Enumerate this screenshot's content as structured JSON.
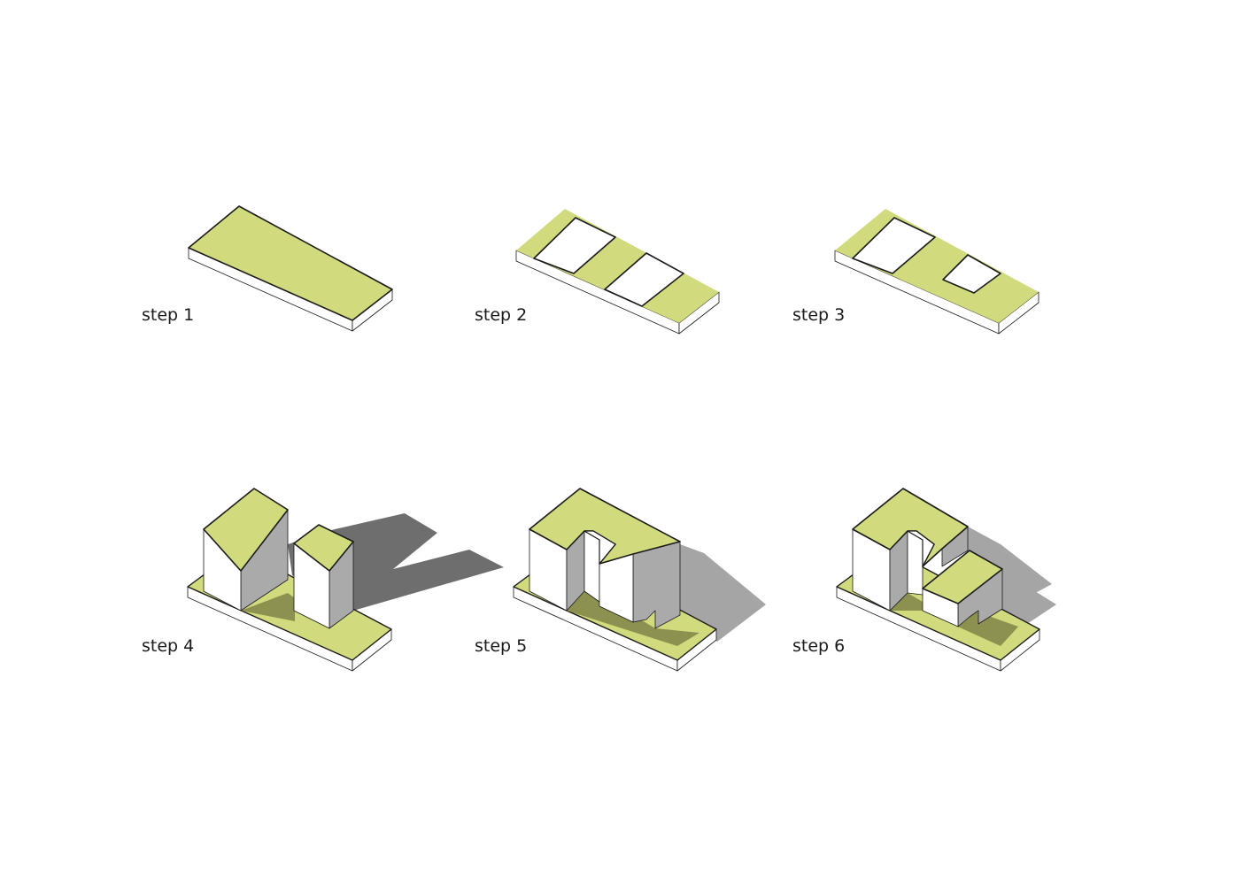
{
  "steps": [
    {
      "label": "step 1"
    },
    {
      "label": "step 2"
    },
    {
      "label": "step 3"
    },
    {
      "label": "step 4"
    },
    {
      "label": "step 5"
    },
    {
      "label": "step 6"
    }
  ],
  "colors": {
    "green": "#d2da7e",
    "dark_green": "#8c9150",
    "wall_gray": "#aaaaaa",
    "shadow": "#6e6e6e",
    "shadow_light": "#a5a5a5",
    "white": "#ffffff",
    "line": "#1a1a1a"
  }
}
